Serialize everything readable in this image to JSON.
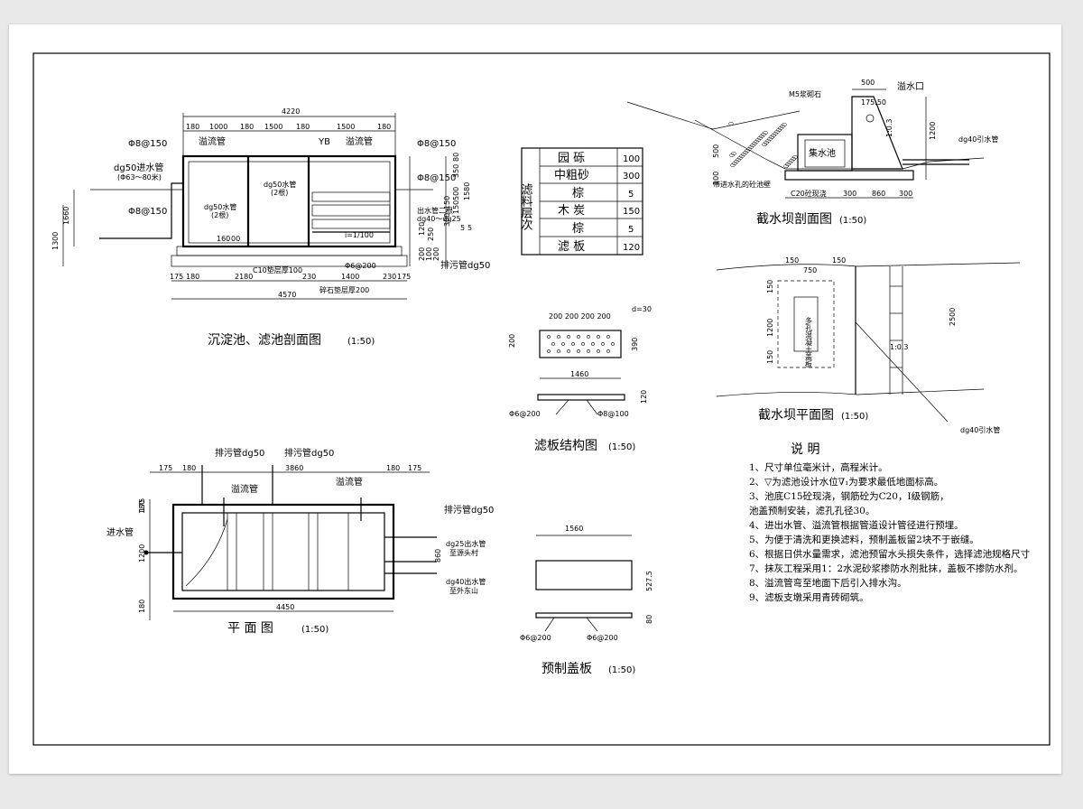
{
  "section_drawing": {
    "title": "沉淀池、滤池剖面图",
    "scale": "(1:50)",
    "dims_top": {
      "total": "4220",
      "d1": "180",
      "d2": "1000",
      "d3": "180",
      "d4": "1500",
      "d5": "180",
      "d6": "1500",
      "d7": "180"
    },
    "labels": {
      "overflow1": "溢流管",
      "yb": "YB",
      "overflow2": "溢流管",
      "rebar_left_top": "Φ8@150",
      "rebar_right_top": "Φ8@150",
      "rebar_right_mid": "Φ8@150",
      "inlet": "dg50进水管",
      "inlet_range": "(Φ63～80米)",
      "rebar_left_bot": "Φ8@150",
      "water_pipe_a": "dg50水管",
      "water_pipe_a_sub": "(2根)",
      "water_pipe_b": "dg50水管",
      "water_pipe_b_sub": "(2根)",
      "outlet_note": "出水管二根",
      "outlet_size": "dg40～dg25",
      "slope": "i=1/100",
      "drain": "排污管dg50",
      "rebar_bot": "Φ6@200",
      "c10_pad": "C10垫层厚100",
      "gravel_pad": "碎石垫层厚200",
      "d_160": "160",
      "d_00": "00"
    },
    "dims_left": {
      "h1": "1660",
      "h2": "1300"
    },
    "dims_right": {
      "r1": "80",
      "r2": "350",
      "r3": "500",
      "r4": "150",
      "r5": "1580",
      "r6": "300",
      "r7": "150",
      "r8": "5",
      "r9": "5",
      "r10": "120",
      "r11": "250",
      "r12": "200",
      "r13": "100",
      "r14": "200"
    },
    "dims_bottom": {
      "b1": "175",
      "b2": "180",
      "b3": "2180",
      "b4": "230",
      "b5": "1400",
      "b6": "230",
      "b7": "175",
      "total": "4570"
    }
  },
  "filter_table": {
    "side_label": "滤料层次",
    "rows": [
      {
        "name": "园 砾",
        "value": "100"
      },
      {
        "name": "中粗砂",
        "value": "300"
      },
      {
        "name": "棕",
        "value": "5"
      },
      {
        "name": "木 炭",
        "value": "150"
      },
      {
        "name": "棕",
        "value": "5"
      },
      {
        "name": "滤 板",
        "value": "120"
      }
    ]
  },
  "filter_plate": {
    "title": "滤板结构图",
    "scale": "(1:50)",
    "dims": {
      "spacing": "200 200 200 200",
      "hole": "d=30",
      "left": "200",
      "right": "390",
      "width": "1460",
      "thick": "120",
      "rebar_a": "Φ6@200",
      "rebar_b": "Φ8@100"
    }
  },
  "cover_plate": {
    "title": "预制盖板",
    "scale": "(1:50)",
    "dims": {
      "width": "1560",
      "height": "527.5",
      "thick": "80",
      "rebar_a": "Φ6@200",
      "rebar_b": "Φ6@200"
    }
  },
  "plan_drawing": {
    "title": "平 面 图",
    "scale": "(1:50)",
    "labels": {
      "drain1": "排污管dg50",
      "drain2": "排污管dg50",
      "overflow1": "溢流管",
      "overflow2": "溢流管",
      "drain3": "排污管dg50",
      "inlet": "进水管",
      "outlet1": "dg25出水管",
      "outlet1_sub": "至源头村",
      "outlet2": "dg40出水管",
      "outlet2_sub": "至外东山"
    },
    "dims": {
      "a1": "175",
      "a2": "180",
      "mid": "3860",
      "a3": "180",
      "a4": "175",
      "l1": "180",
      "l2": "1200",
      "l3": "180",
      "l4": "175",
      "r1": "860",
      "bottom": "4450"
    }
  },
  "dam_section": {
    "title": "截水坝剖面图",
    "scale": "(1:50)",
    "labels": {
      "stone": "M5浆砌石",
      "spill": "溢水口",
      "elev": "175.50",
      "sump": "集水池",
      "slope": "1:0.3",
      "pipe": "dg40引水管",
      "wall": "带进水孔的砼池壁",
      "c20": "C20砼现浇"
    },
    "dims": {
      "top": "500",
      "h1": "1200",
      "h2": "500",
      "h3": "100",
      "b1": "300",
      "b2": "860",
      "b3": "300"
    }
  },
  "dam_plan": {
    "title": "截水坝平面图",
    "scale": "(1:50)",
    "labels": {
      "cover": "多孔混凝土盖板",
      "slope": "1:0.3",
      "pipe": "dg40引水管"
    },
    "dims": {
      "t1": "150",
      "t2": "750",
      "t3": "150",
      "l1": "150",
      "l2": "1200",
      "l3": "150",
      "h": "2500"
    }
  },
  "notes": {
    "heading": "说 明",
    "items": [
      "1、尺寸单位毫米计，高程米计。",
      "2、▽为滤池设计水位∇₁为要求最低地面标高。",
      "3、池底C15砼现浇，钢筋砼为C20，Ⅰ级钢筋，",
      "    池盖预制安装，滤孔孔径30。",
      "4、进出水管、溢流管根据管道设计管径进行预埋。",
      "5、为便于清洗和更换滤料，预制盖板留2块不于嵌缝。",
      "6、根据日供水量需求，滤池预留水头损失条件，选择滤池规格尺寸",
      "7、抹灰工程采用1：2水泥砂浆掺防水剂批抹，盖板不掺防水剂。",
      "8、溢流管弯至地面下后引入排水沟。",
      "9、滤板支墩采用青砖砌筑。"
    ]
  }
}
